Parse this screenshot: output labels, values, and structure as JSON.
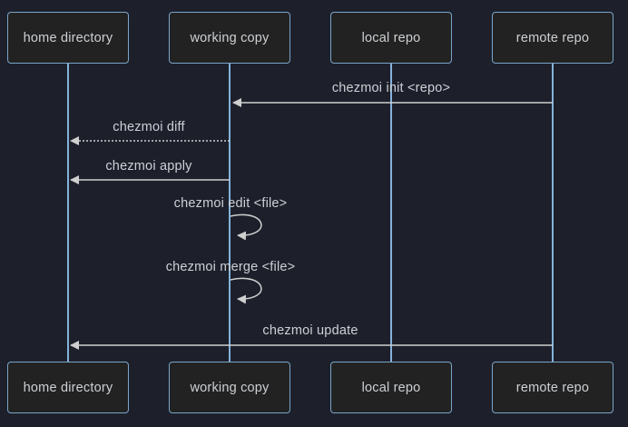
{
  "diagram": {
    "type": "sequence-diagram",
    "tool_style": "mermaid-dark",
    "actors": [
      {
        "id": "home-directory",
        "label": "home directory"
      },
      {
        "id": "working-copy",
        "label": "working copy"
      },
      {
        "id": "local-repo",
        "label": "local repo"
      },
      {
        "id": "remote-repo",
        "label": "remote repo"
      }
    ],
    "messages": [
      {
        "label": "chezmoi init <repo>",
        "from": "remote repo",
        "to": "working copy",
        "line_style": "solid"
      },
      {
        "label": "chezmoi diff",
        "from": "working copy",
        "to": "home directory",
        "line_style": "dotted"
      },
      {
        "label": "chezmoi apply",
        "from": "working copy",
        "to": "home directory",
        "line_style": "solid"
      },
      {
        "label": "chezmoi edit <file>",
        "from": "working copy",
        "to": "working copy",
        "line_style": "self-loop"
      },
      {
        "label": "chezmoi merge <file>",
        "from": "working copy",
        "to": "working copy",
        "line_style": "self-loop"
      },
      {
        "label": "chezmoi update",
        "from": "remote repo",
        "to": "home directory",
        "line_style": "solid"
      }
    ],
    "colors": {
      "background": "#1d202b",
      "actor_fill": "#222222",
      "actor_border": "#7aa5ca",
      "lifeline": "#84b2da",
      "signal_line": "#cfcfcf",
      "text": "#cdd0d4"
    }
  }
}
